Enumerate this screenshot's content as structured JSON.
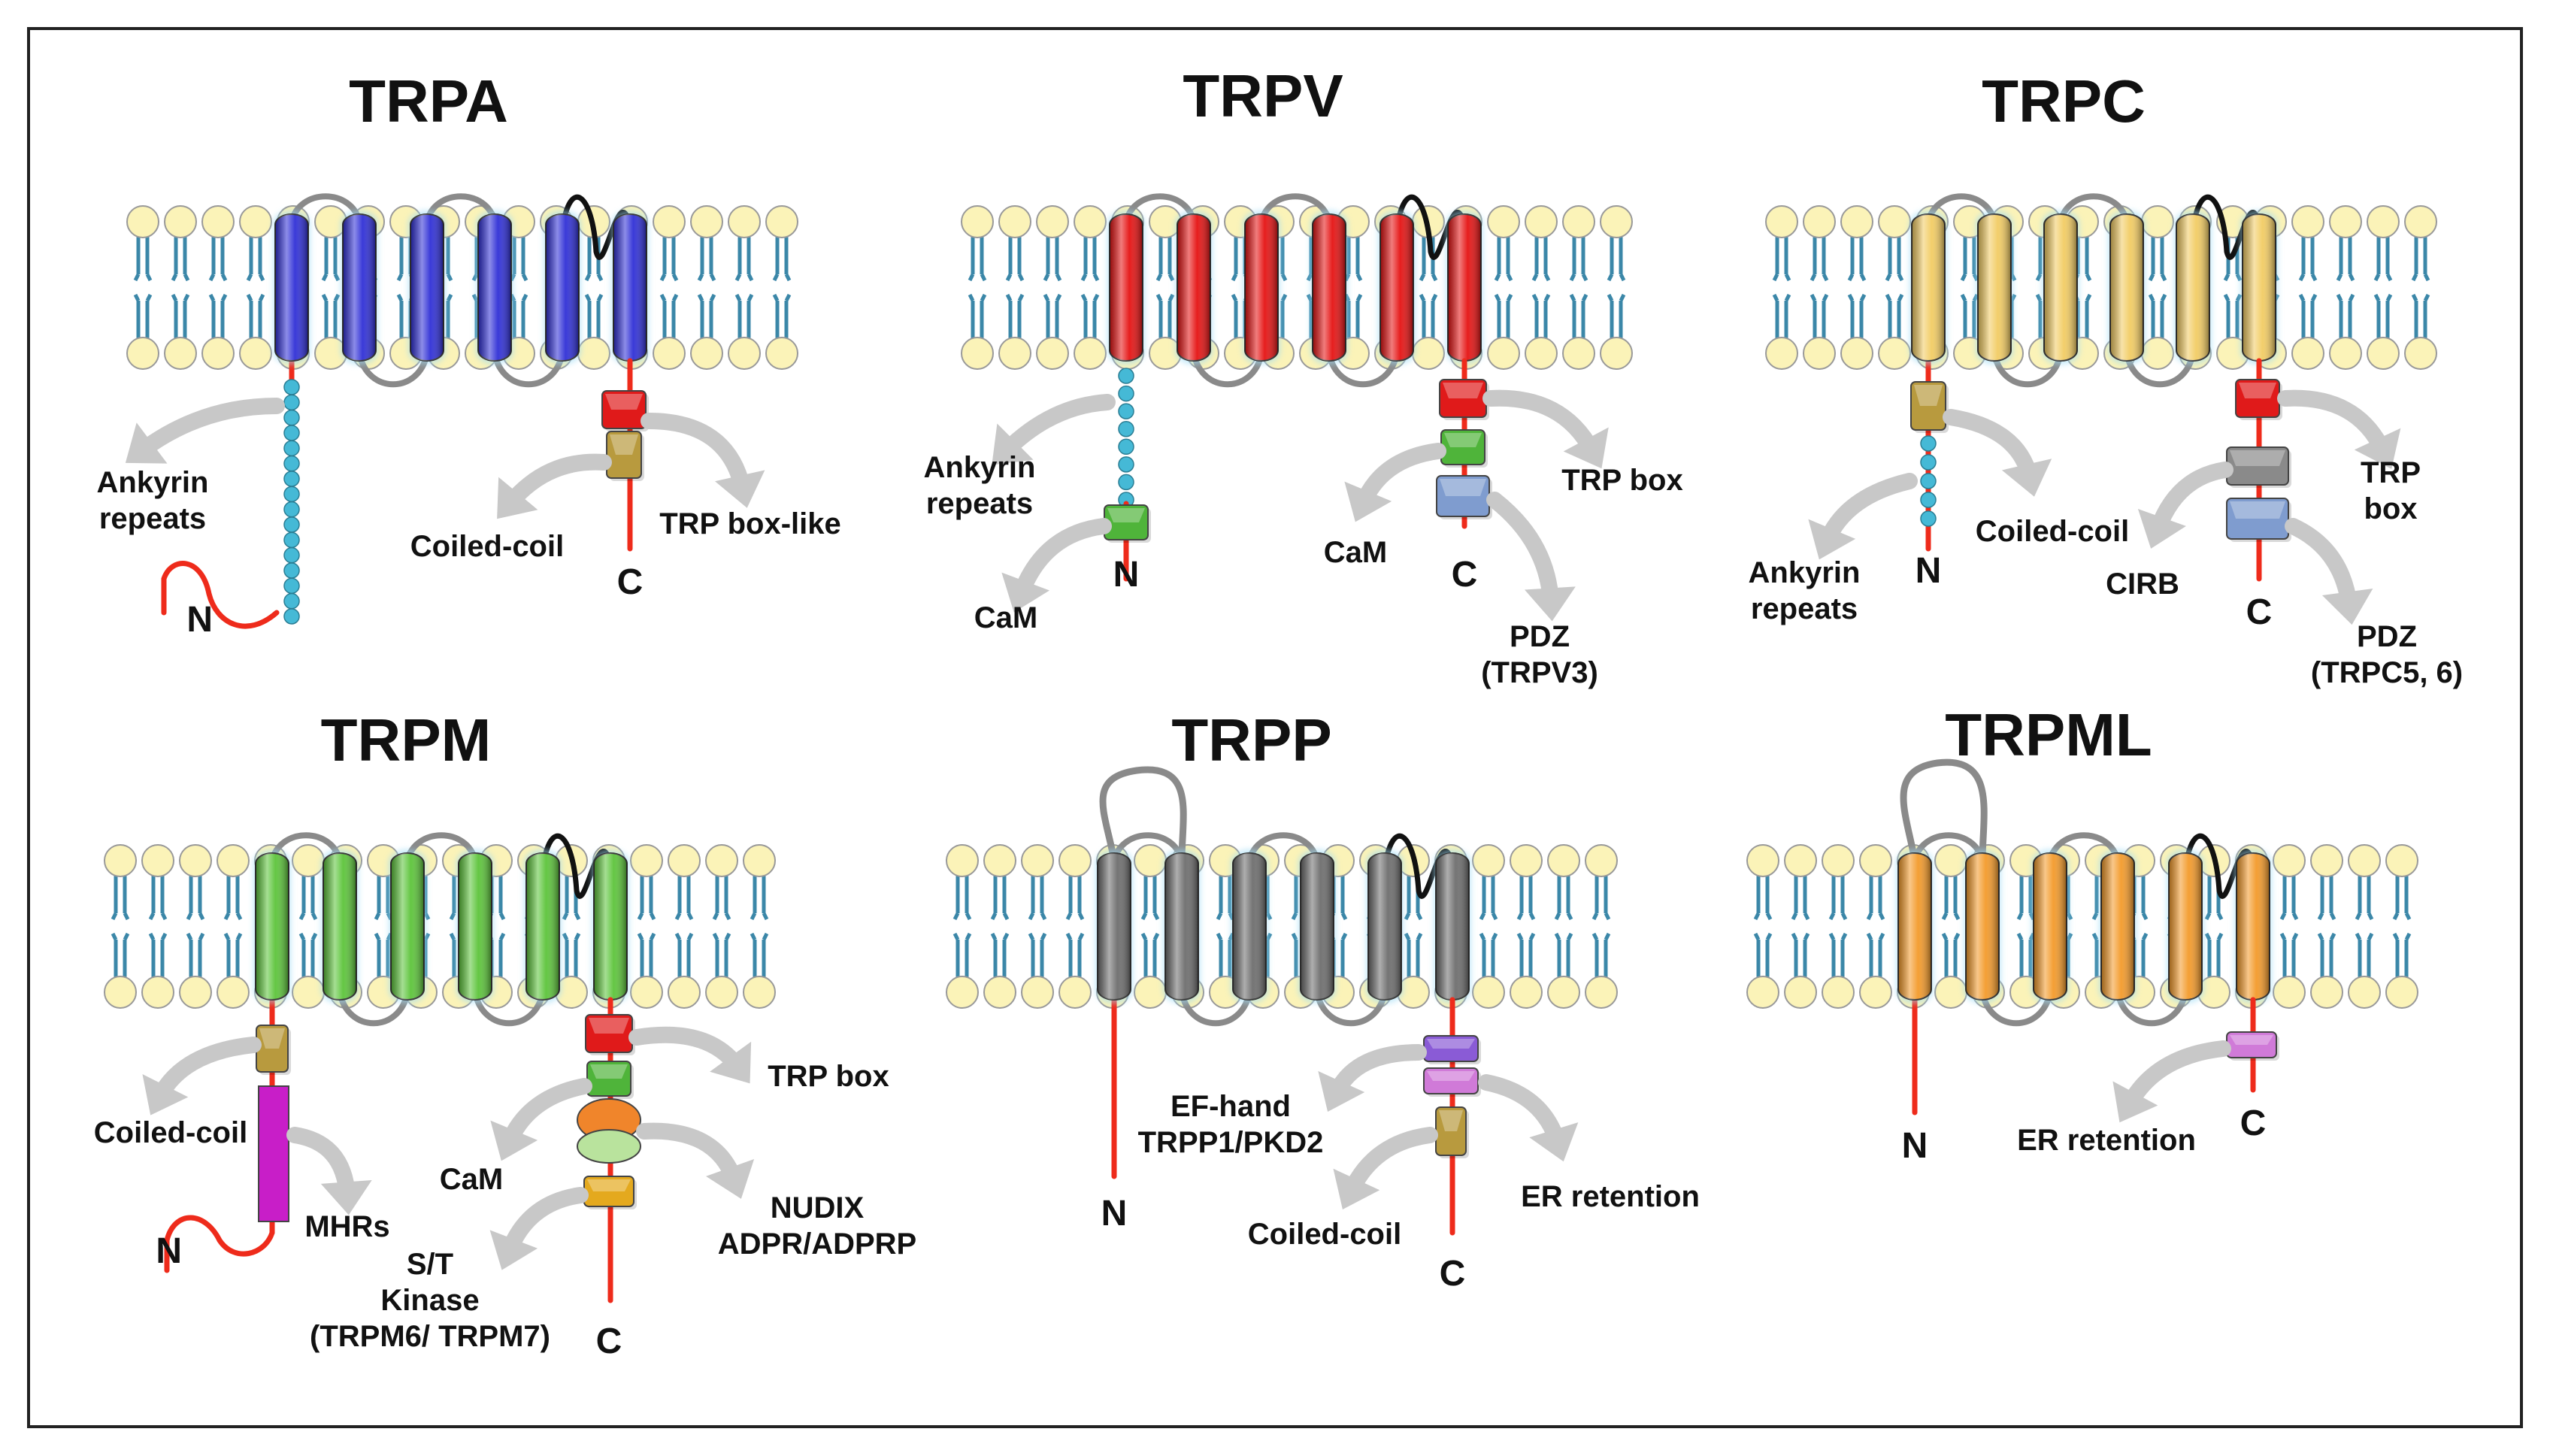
{
  "families": [
    {
      "id": "trpa",
      "title": "TRPA",
      "helix_color": "#2f2fd6",
      "labels": {
        "ankyrin": [
          "Ankyrin",
          "repeats"
        ],
        "coiled": [
          "Coiled-coil"
        ],
        "trpbox": [
          "TRP box-like"
        ],
        "n": [
          "N"
        ],
        "c": [
          "C"
        ]
      }
    },
    {
      "id": "trpv",
      "title": "TRPV",
      "helix_color": "#e51212",
      "labels": {
        "ankyrin": [
          "Ankyrin",
          "repeats"
        ],
        "cam_n": [
          "CaM"
        ],
        "n": [
          "N"
        ],
        "trpbox": [
          "TRP box"
        ],
        "cam_c": [
          "CaM"
        ],
        "c": [
          "C"
        ],
        "pdz": [
          "PDZ",
          "(TRPV3)"
        ]
      }
    },
    {
      "id": "trpc",
      "title": "TRPC",
      "helix_color": "#f2cc63",
      "labels": {
        "coiled": [
          "Coiled-coil"
        ],
        "ankyrin": [
          "Ankyrin",
          "repeats"
        ],
        "n": [
          "N"
        ],
        "trpbox": [
          "TRP",
          "box"
        ],
        "cirb": [
          "CIRB"
        ],
        "c": [
          "C"
        ],
        "pdz": [
          "PDZ",
          "(TRPC5, 6)"
        ]
      }
    },
    {
      "id": "trpm",
      "title": "TRPM",
      "helix_color": "#5cc43a",
      "labels": {
        "coiled": [
          "Coiled-coil"
        ],
        "mhrs": [
          "MHRs"
        ],
        "n": [
          "N"
        ],
        "trpbox": [
          "TRP box"
        ],
        "cam": [
          "CaM"
        ],
        "nudix": [
          "NUDIX",
          "ADPR/ADPRP"
        ],
        "kinase": [
          "S/T",
          "Kinase",
          "(TRPM6/ TRPM7)"
        ],
        "c": [
          "C"
        ]
      }
    },
    {
      "id": "trpp",
      "title": "TRPP",
      "helix_color": "#6d6d6d",
      "labels": {
        "n": [
          "N"
        ],
        "efhand": [
          "EF-hand",
          "TRPP1/PKD2"
        ],
        "er": [
          "ER retention"
        ],
        "coiled": [
          "Coiled-coil"
        ],
        "c": [
          "C"
        ]
      }
    },
    {
      "id": "trpml",
      "title": "TRPML",
      "helix_color": "#f39a2a",
      "labels": {
        "n": [
          "N"
        ],
        "er": [
          "ER retention"
        ],
        "c": [
          "C"
        ]
      }
    }
  ],
  "colors": {
    "frame": "#222222",
    "chain": "#ee2b1b",
    "ankyrin_bead": "#45b9d6",
    "pore_loop": "#111111",
    "loop": "#8a8a8a",
    "arrow": "#c8c8c8",
    "lipid_head": "#fbf3b8",
    "lipid_tail": "#3b87a8",
    "trp_box": "#e01a1a",
    "coiled_coil": "#b89a3e",
    "cam": "#4fb43a",
    "pdz": "#7f9ccf",
    "cirb": "#8a8a8a",
    "ef_hand": "#8a5bd6",
    "er_retention": "#d07ad8",
    "mhr": "#c81ec8",
    "nudix_a": "#f0852b",
    "nudix_b": "#b9e39d",
    "kinase": "#e4a91e"
  }
}
